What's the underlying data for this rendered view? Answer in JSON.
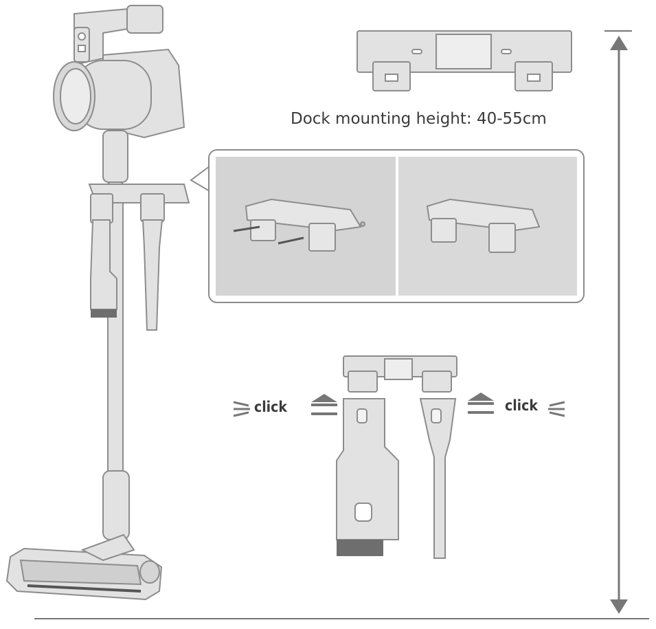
{
  "labels": {
    "mounting_height": "Dock mounting height: 40-55cm",
    "click_left": "click",
    "click_right": "click"
  },
  "colors": {
    "line": "#777777",
    "part_fill": "#e2e2e2",
    "part_stroke": "#8c8c8c",
    "photo_bg": "#d2d2d2",
    "brush": "#6e6e6e"
  }
}
